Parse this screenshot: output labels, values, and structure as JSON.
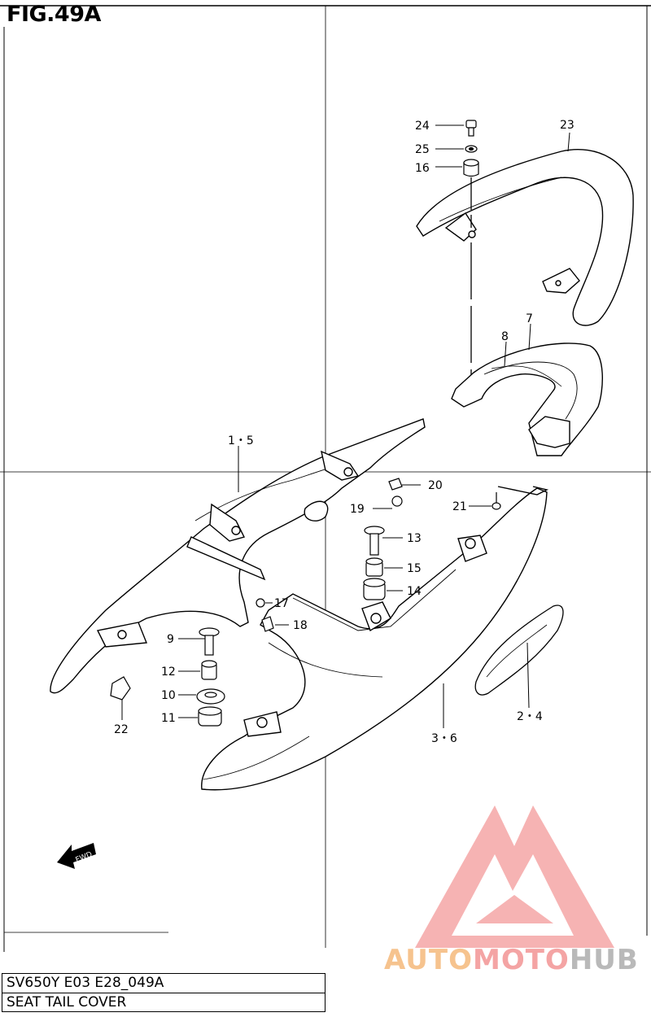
{
  "header": {
    "fig_title": "FIG.49A"
  },
  "callouts": [
    {
      "id": "c24",
      "label": "24"
    },
    {
      "id": "c25",
      "label": "25"
    },
    {
      "id": "c16",
      "label": "16"
    },
    {
      "id": "c23",
      "label": "23"
    },
    {
      "id": "c7",
      "label": "7"
    },
    {
      "id": "c8",
      "label": "8"
    },
    {
      "id": "c1-5",
      "label": "1・5"
    },
    {
      "id": "c20",
      "label": "20"
    },
    {
      "id": "c19",
      "label": "19"
    },
    {
      "id": "c21",
      "label": "21"
    },
    {
      "id": "c13",
      "label": "13"
    },
    {
      "id": "c15",
      "label": "15"
    },
    {
      "id": "c14",
      "label": "14"
    },
    {
      "id": "c17",
      "label": "17"
    },
    {
      "id": "c18",
      "label": "18"
    },
    {
      "id": "c9",
      "label": "9"
    },
    {
      "id": "c12",
      "label": "12"
    },
    {
      "id": "c10",
      "label": "10"
    },
    {
      "id": "c11",
      "label": "11"
    },
    {
      "id": "c22",
      "label": "22"
    },
    {
      "id": "c3-6",
      "label": "3・6"
    },
    {
      "id": "c2-4",
      "label": "2・4"
    }
  ],
  "fwd_label": "FWD",
  "title_block": {
    "model": "SV650Y E03 E28_049A",
    "name": "SEAT TAIL COVER"
  },
  "watermark": {
    "part1": "AUTO",
    "part2": "MOTO",
    "part3": "HUB"
  },
  "colors": {
    "line": "#000000",
    "watermark_red": "#f28b8b",
    "watermark_orange": "#f6c38e",
    "watermark_gray": "#b9b9b9"
  }
}
